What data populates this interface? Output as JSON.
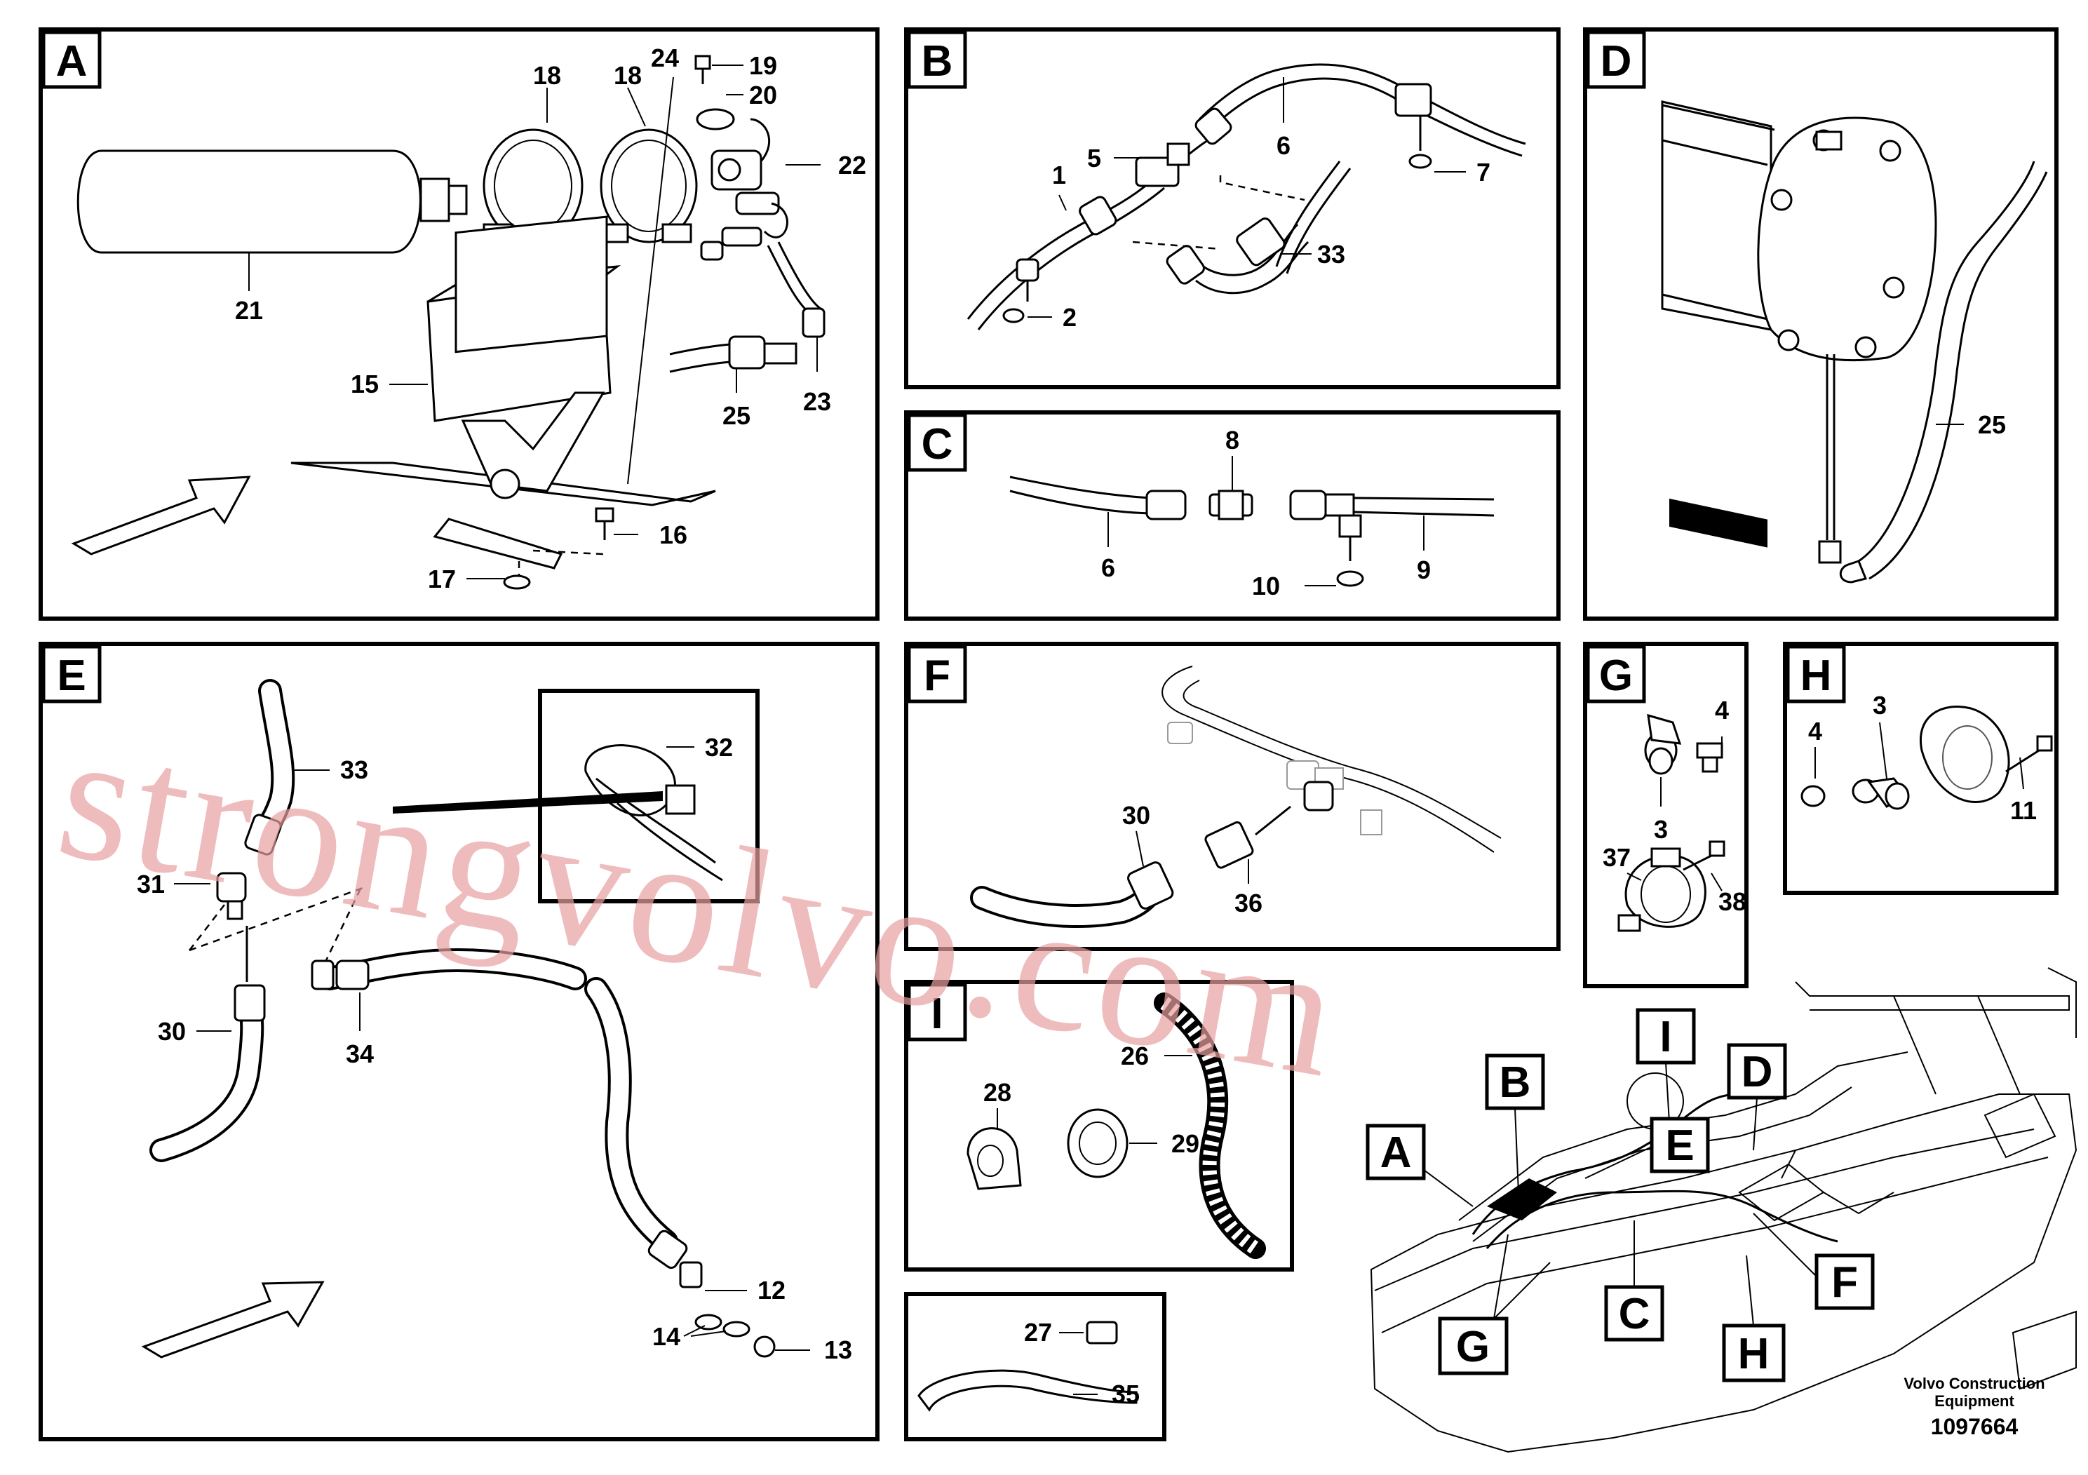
{
  "panels": [
    {
      "id": "A",
      "letter": "A"
    },
    {
      "id": "B",
      "letter": "B"
    },
    {
      "id": "C",
      "letter": "C"
    },
    {
      "id": "D",
      "letter": "D"
    },
    {
      "id": "E",
      "letter": "E"
    },
    {
      "id": "F",
      "letter": "F"
    },
    {
      "id": "G",
      "letter": "G"
    },
    {
      "id": "H",
      "letter": "H"
    },
    {
      "id": "I",
      "letter": "I"
    }
  ],
  "labels": {
    "A": [
      "18",
      "18",
      "24",
      "19",
      "20",
      "22",
      "21",
      "15",
      "25",
      "23",
      "16",
      "17"
    ],
    "B": [
      "1",
      "5",
      "6",
      "7",
      "33",
      "2"
    ],
    "C": [
      "8",
      "6",
      "9",
      "10"
    ],
    "D": [
      "25"
    ],
    "E": [
      "32",
      "33",
      "31",
      "30",
      "34",
      "12",
      "14",
      "13"
    ],
    "F": [
      "30",
      "36"
    ],
    "G": [
      "4",
      "3",
      "37",
      "38"
    ],
    "H": [
      "3",
      "4",
      "11"
    ],
    "I": [
      "26",
      "28",
      "29"
    ],
    "misc": [
      "27",
      "35"
    ]
  },
  "overview": {
    "callouts": [
      "A",
      "B",
      "I",
      "D",
      "E",
      "C",
      "F",
      "G",
      "H"
    ]
  },
  "publisher": {
    "line1": "Volvo Construction",
    "line2": "Equipment",
    "doc_number": "1097664"
  },
  "watermark": "strongvolvo.com"
}
